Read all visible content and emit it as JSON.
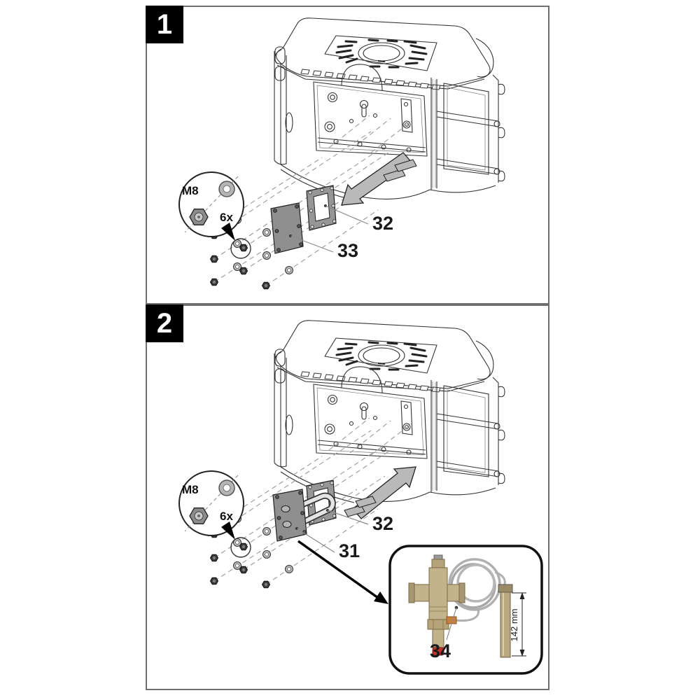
{
  "steps": [
    {
      "number": "1",
      "fastener_callout": {
        "size": "M8",
        "quantity": "6x"
      },
      "part_labels": {
        "gasket": "32",
        "cover_plate": "33"
      }
    },
    {
      "number": "2",
      "fastener_callout": {
        "size": "M8",
        "quantity": "6x"
      },
      "part_labels": {
        "gasket": "32",
        "heat_exchanger": "31",
        "valve_kit": "34"
      },
      "inset": {
        "probe_length": "142 mm"
      }
    }
  ],
  "icons": {
    "washer": "washer-icon",
    "hex_nut": "hex-nut-icon",
    "arrow_step1": "arrow-out-icon",
    "arrow_step2": "arrow-in-icon",
    "pointer": "callout-pointer-icon"
  },
  "colors": {
    "panel_border": "#6f6f6f",
    "badge_background": "#000000",
    "badge_text": "#ffffff",
    "part_fill": "#969696",
    "arrow_fill": "#b9b9b9",
    "line": "#333333",
    "brass": "#c2b38c",
    "red_cap": "#c2312a",
    "capillary": "#b0b0b0"
  }
}
